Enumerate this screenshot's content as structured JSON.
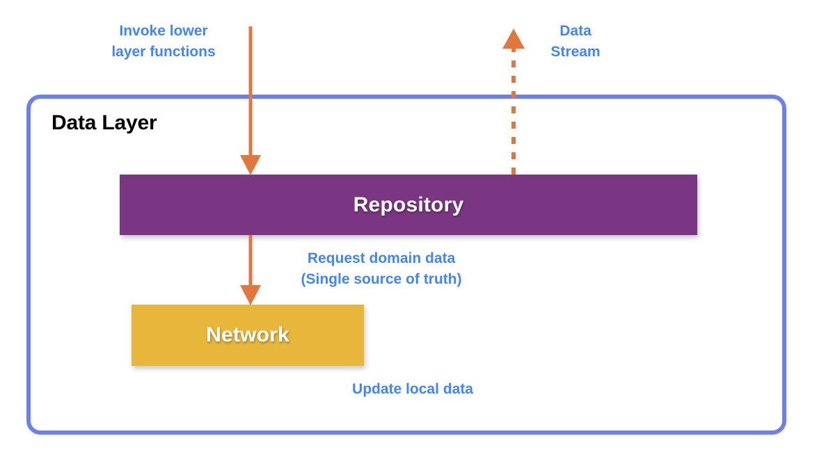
{
  "diagram": {
    "title": "Data Layer",
    "background_color": "#ffffff"
  },
  "container": {
    "label": "Data Layer",
    "border_color": "#6c7ff2"
  },
  "blocks": [
    {
      "id": "repository",
      "label": "Repository",
      "color": "#7b3683",
      "text_color": "#ffffff"
    },
    {
      "id": "network",
      "label": "Network",
      "color": "#e8b63b",
      "text_color": "#ffffff"
    }
  ],
  "notes": [
    {
      "id": "invoke",
      "text": "Invoke lower\nlayer functions",
      "color": "#4285f4"
    },
    {
      "id": "data-stream",
      "text": "Data\nStream",
      "color": "#4285f4"
    },
    {
      "id": "request-domain-data",
      "text": "Request domain data\n(Single source of truth)",
      "color": "#4285f4"
    },
    {
      "id": "update-local-data",
      "text": "Update local data",
      "color": "#4285f4"
    }
  ],
  "connectors": [
    {
      "id": "invoke-arrow",
      "style": "solid",
      "direction": "down",
      "color": "#e2763c",
      "from": "top",
      "to": "repository"
    },
    {
      "id": "data-stream-arrow",
      "style": "dashed",
      "direction": "up",
      "color": "#e2763c",
      "from": "repository",
      "to": "top"
    },
    {
      "id": "request-arrow",
      "style": "solid",
      "direction": "down",
      "color": "#e2763c",
      "from": "repository",
      "to": "network"
    }
  ],
  "colors": {
    "accent_blue": "#4285f4",
    "border_purple": "#6c7ff2",
    "repository_purple": "#7b3683",
    "network_gold": "#e8b63b",
    "arrow_orange": "#e2763c"
  }
}
